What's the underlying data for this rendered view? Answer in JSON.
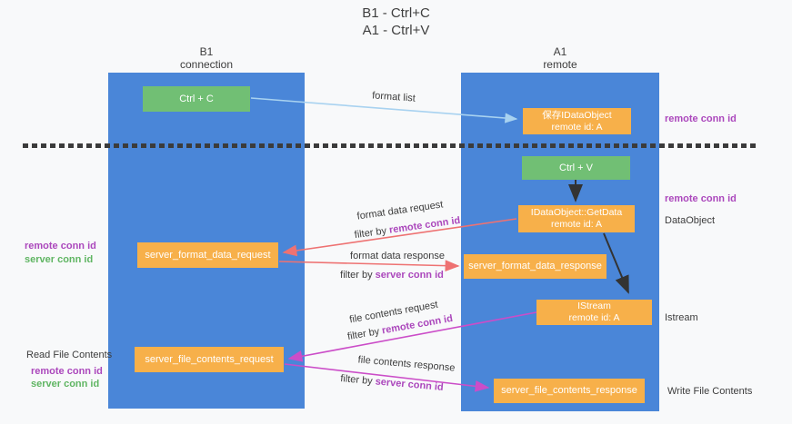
{
  "title": {
    "line1": "B1 - Ctrl+C",
    "line2": "A1 - Ctrl+V"
  },
  "lanes": {
    "b1": {
      "name": "B1",
      "role": "connection"
    },
    "a1": {
      "name": "A1",
      "role": "remote"
    }
  },
  "nodes": {
    "ctrl_c": {
      "label": "Ctrl + C"
    },
    "ctrl_v": {
      "label": "Ctrl + V"
    },
    "save_idataobject": {
      "line1": "保存IDataObject",
      "line2": "remote id: A"
    },
    "idataobject_getdata": {
      "line1": "IDataObject::GetData",
      "line2": "remote id: A"
    },
    "istream": {
      "line1": "IStream",
      "line2": "remote id: A"
    },
    "server_format_data_request": {
      "label": "server_format_data_request"
    },
    "server_format_data_response": {
      "label": "server_format_data_response"
    },
    "server_file_contents_request": {
      "label": "server_file_contents_request"
    },
    "server_file_contents_response": {
      "label": "server_file_contents_response"
    }
  },
  "messages": {
    "format_list": {
      "label": "format list"
    },
    "format_data_request": {
      "label": "format data request",
      "filter_prefix": "filter by ",
      "filter_key": "remote conn id"
    },
    "format_data_response": {
      "label": "format data response",
      "filter_prefix": "filter by ",
      "filter_key": "server conn id"
    },
    "file_contents_request": {
      "label": "file contents request",
      "filter_prefix": "filter by ",
      "filter_key": "remote conn id"
    },
    "file_contents_response": {
      "label": "file contents response",
      "filter_prefix": "filter by ",
      "filter_key": "server conn id"
    }
  },
  "annotations": {
    "left_top": {
      "remote": "remote conn id",
      "server": "server conn id"
    },
    "left_bottom": {
      "title": "Read File Contents",
      "remote": "remote conn id",
      "server": "server conn id"
    },
    "right": {
      "remote_top": "remote conn id",
      "remote_mid": "remote conn id",
      "dataobject": "DataObject",
      "istream": "Istream",
      "write": "Write File Contents"
    }
  },
  "colors": {
    "lane_blue": "#4a86d8",
    "node_green": "#71bf74",
    "node_orange": "#f7b04a",
    "label_purple": "#ab47bc",
    "label_green": "#5fb562",
    "arrow_blue": "#a8d2f0",
    "arrow_red": "#ee7272",
    "arrow_magenta": "#cb4dc8",
    "arrow_black": "#333333"
  }
}
